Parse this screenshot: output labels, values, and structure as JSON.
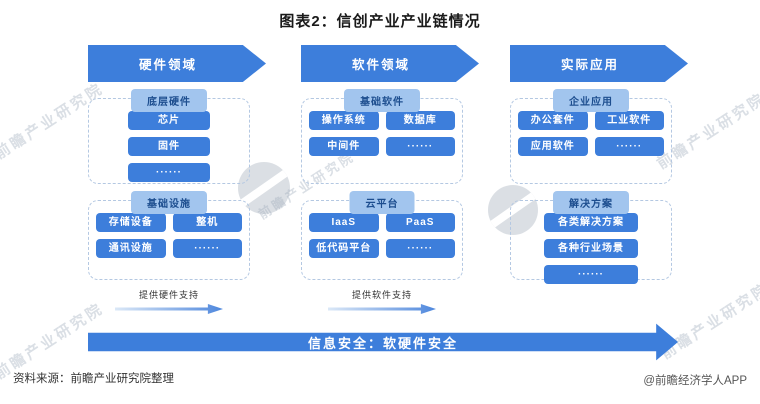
{
  "title": "图表2：信创产业产业链情况",
  "watermark": {
    "text": "前瞻产业研究院"
  },
  "columns": [
    {
      "header": "硬件领域",
      "sections": [
        {
          "title": "底层硬件",
          "layout": "single",
          "items": [
            "芯片",
            "固件",
            "······"
          ]
        },
        {
          "title": "基础设施",
          "layout": "double",
          "items": [
            "存储设备",
            "整机",
            "通讯设施",
            "······"
          ]
        }
      ],
      "support_label": "提供硬件支持"
    },
    {
      "header": "软件领域",
      "sections": [
        {
          "title": "基础软件",
          "layout": "double",
          "items": [
            "操作系统",
            "数据库",
            "中间件",
            "······"
          ]
        },
        {
          "title": "云平台",
          "layout": "double",
          "items": [
            "IaaS",
            "PaaS",
            "低代码平台",
            "······"
          ]
        }
      ],
      "support_label": "提供软件支持"
    },
    {
      "header": "实际应用",
      "sections": [
        {
          "title": "企业应用",
          "layout": "double",
          "items": [
            "办公套件",
            "工业软件",
            "应用软件",
            "······"
          ]
        },
        {
          "title": "解决方案",
          "layout": "single",
          "items": [
            "各类解决方案",
            "各种行业场景",
            "······"
          ]
        }
      ]
    }
  ],
  "bottom_arrow_label": "信息安全：软硬件安全",
  "footer": {
    "source": "资料来源：前瞻产业研究院整理",
    "credit": "@前瞻经济学人APP"
  },
  "colors": {
    "primary_blue": "#3d7edb",
    "section_header_bg": "#a2c5ee",
    "section_header_text": "#1d4e8f",
    "dashed_border": "#b4c8e2"
  }
}
